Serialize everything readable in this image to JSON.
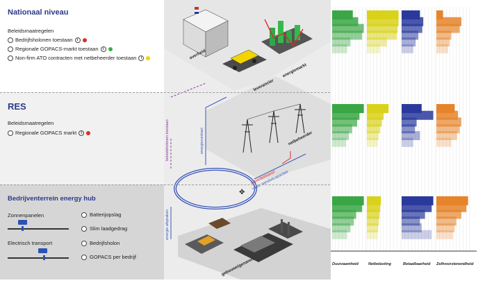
{
  "national": {
    "title": "Nationaal niveau",
    "subtitle": "Beleidsmaatregelen",
    "options": [
      {
        "label": "Bedrijfsholonen toestaan",
        "status_color": "#e02a2a"
      },
      {
        "label": "Regionale GOPACS-markt toestaan",
        "status_color": "#3cb043"
      },
      {
        "label": "Non-firm ATO contracten met netbeheerder toestaan",
        "status_color": "#f1d400"
      }
    ]
  },
  "res": {
    "title": "RES",
    "subtitle": "Beleidsmaatregelen",
    "options": [
      {
        "label": "Regionale GOPACS markt",
        "status_color": "#e02a2a"
      }
    ]
  },
  "hub": {
    "title": "Bedrijventerrein energy hub",
    "sliders": [
      {
        "label": "Zonnenpanelen",
        "level": 0.25
      },
      {
        "label": "Electrisch transport",
        "level": 0.62
      }
    ],
    "options": [
      "Batterijopslag",
      "Slim laadgedrag",
      "Bedrijfsholon",
      "GOPACS per bedrijf"
    ]
  },
  "diagram": {
    "labels": {
      "overheid": "overheid",
      "energiemarkt": "energiemarkt",
      "leverancier": "leverancier",
      "netbeheerder": "netbeheerder",
      "gebouweigenaren": "gebouweigenaren",
      "beleidsholonen": "beleidsholonen toestaan",
      "energiecontract": "energiecontract",
      "capaciteitstarief": "capaciteitstarief",
      "vaste_aansluitcapaciteit": "vaste aansluitcapaciteit",
      "energie_afspraken": "energie afspraken"
    }
  },
  "charts": {
    "columns": [
      {
        "label": "Duurzaamheid",
        "color": "#3aa645"
      },
      {
        "label": "Netbelasting",
        "color": "#d9d21a"
      },
      {
        "label": "Betaalbaarheid",
        "color": "#2a3a9c"
      },
      {
        "label": "Zelfvoorzienendheid",
        "color": "#e6842a"
      }
    ]
  },
  "chart_data": {
    "type": "bar",
    "orientation": "horizontal",
    "series": [
      {
        "name": "Duurzaamheid",
        "values": [
          [
            0.62,
            0.78,
            0.95,
            0.9,
            0.55,
            0.45
          ],
          [
            0.95,
            0.82,
            0.75,
            0.6,
            0.5,
            0.42
          ],
          [
            0.95,
            0.9,
            0.72,
            0.65,
            0.55,
            0.45
          ]
        ]
      },
      {
        "name": "Netbelasting",
        "values": [
          [
            0.95,
            0.95,
            0.92,
            0.9,
            0.6,
            0.4
          ],
          [
            0.65,
            0.5,
            0.45,
            0.4,
            0.35,
            0.32
          ],
          [
            0.42,
            0.4,
            0.38,
            0.36,
            0.34,
            0.32
          ]
        ]
      },
      {
        "name": "Betaalbaarheid",
        "values": [
          [
            0.55,
            0.65,
            0.62,
            0.5,
            0.42,
            0.35
          ],
          [
            0.6,
            0.95,
            0.45,
            0.4,
            0.55,
            0.35
          ],
          [
            0.95,
            0.9,
            0.7,
            0.55,
            0.6,
            0.9
          ]
        ]
      },
      {
        "name": "Zelfvoorzienendheid",
        "values": [
          [
            0.2,
            0.75,
            0.7,
            0.45,
            0.4,
            0.35
          ],
          [
            0.55,
            0.65,
            0.75,
            0.7,
            0.62,
            0.45
          ],
          [
            0.95,
            0.9,
            0.75,
            0.6,
            0.55,
            0.5
          ]
        ]
      }
    ]
  }
}
